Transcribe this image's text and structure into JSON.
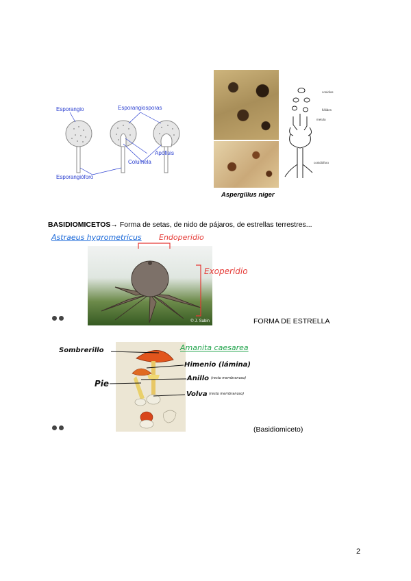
{
  "sporangium_diagram": {
    "labels": {
      "esporangio": "Esporangio",
      "esporangiosporas": "Esporangiosporas",
      "apofisis": "Apófisis",
      "columela": "Columela",
      "esporangioforo": "Esporangióforo"
    }
  },
  "aspergillus": {
    "caption": "Aspergillus niger",
    "drawing_labels": {
      "conidios": "conidios",
      "fialides": "fiálides",
      "metula": "metula",
      "conidioforo": "conidióforo"
    }
  },
  "basidiomicetos": {
    "heading": "BASIDIOMICETOS",
    "arrow": "→",
    "text": " Forma de setas, de nido de pájaros, de estrellas terrestres..."
  },
  "astraeus": {
    "species": "Astraeus hygrometricus",
    "endoperidio": "Endoperidio",
    "exoperidio": "Exoperidio",
    "credit": "© J. Sabin",
    "side_label": "FORMA DE ESTRELLA"
  },
  "amanita": {
    "species": "Amanita caesarea",
    "sombrerillo": "Sombrerillo",
    "himenio": "Himenio (lámina)",
    "pie": "Pie",
    "anillo": "Anillo",
    "anillo_note": "(resto membranoso)",
    "volva": "Volva",
    "volva_note": "(resto membranoso)",
    "side_label": "(Basidiomiceto)"
  },
  "page_number": "2"
}
